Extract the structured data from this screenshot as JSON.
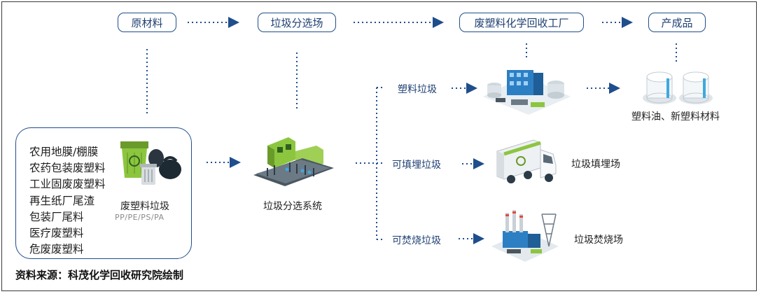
{
  "header": {
    "raw": "原材料",
    "sorting": "垃圾分选场",
    "plant": "废塑料化学回收工厂",
    "product": "产成品"
  },
  "sources": [
    "农用地膜/棚膜",
    "农药包装废塑料",
    "工业固废废塑料",
    "再生纸厂尾渣",
    "包装厂尾料",
    "医疗废塑料",
    "危废废塑料"
  ],
  "waste": {
    "label": "废塑料垃圾",
    "types": "PP/PE/PS/PA"
  },
  "sorting_system": "垃圾分选系统",
  "branches": {
    "plastic": "塑料垃圾",
    "landfillable": "可填埋垃圾",
    "incinerable": "可焚烧垃圾"
  },
  "destinations": {
    "products": "塑料油、新塑料材料",
    "landfill": "垃圾填埋场",
    "incineration": "垃圾焚烧场"
  },
  "footer": "资料来源：科茂化学回收研究院绘制",
  "colors": {
    "accent": "#1f4e8c",
    "green": "#8cc63f",
    "dark_text": "#1f3f73"
  }
}
